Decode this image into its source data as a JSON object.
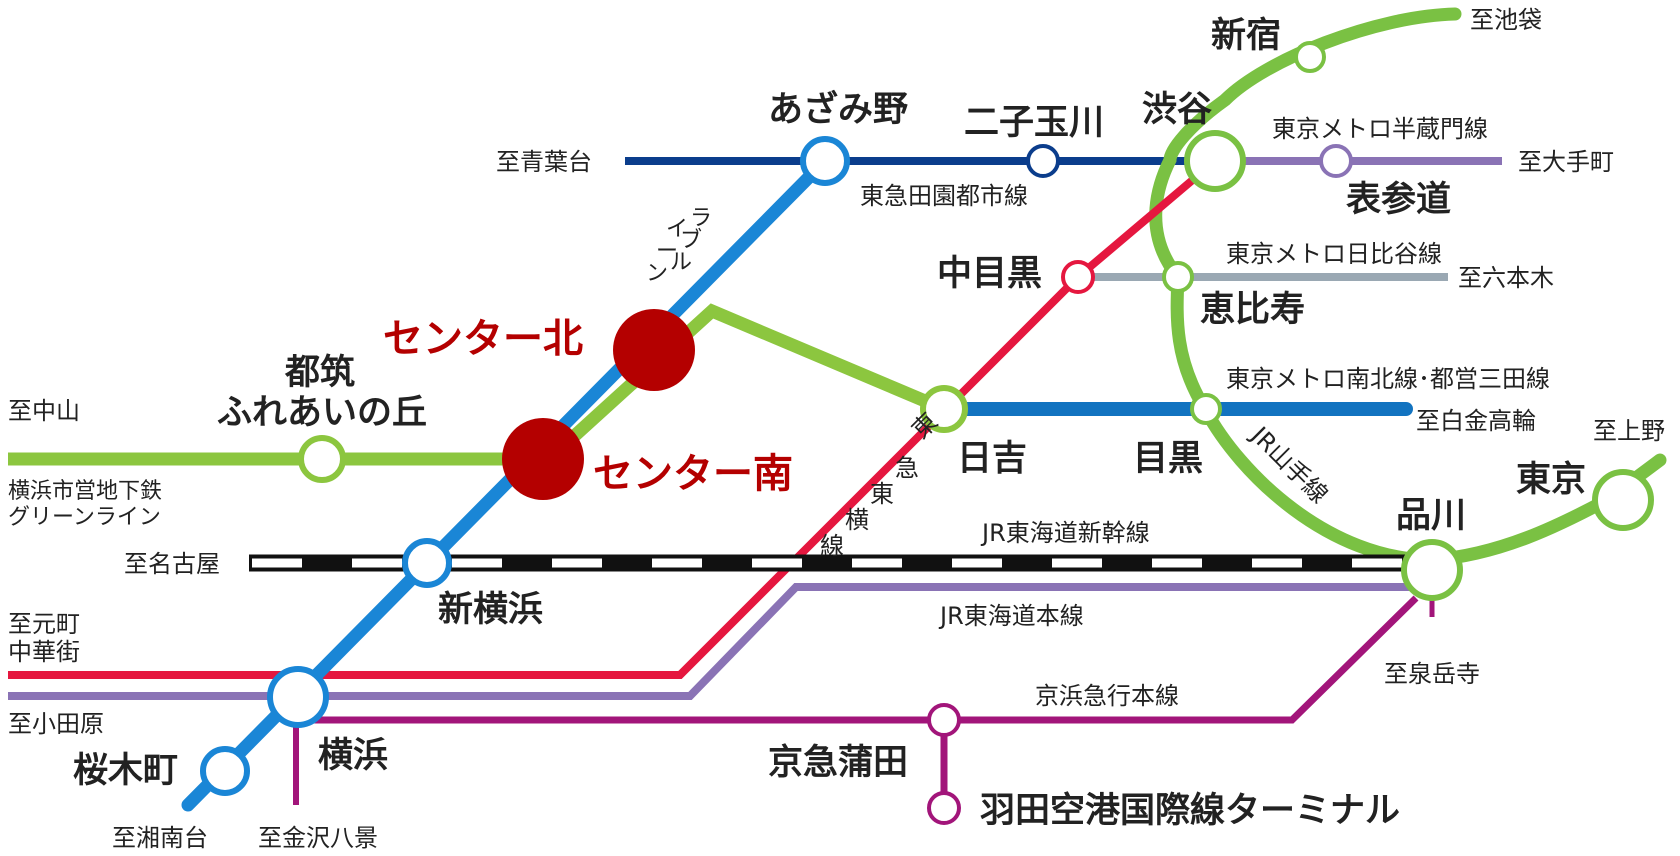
{
  "colors": {
    "blue_line": "#1a86d6",
    "green_line": "#8cc63f",
    "navy_line": "#0b3d8c",
    "red_line": "#e5173f",
    "purple_line": "#8a73b5",
    "magenta_line": "#a2157a",
    "jr_yamanote": "#7ac143",
    "grey_line": "#9aa8b3",
    "highlight_station": "#b40000",
    "meguro_line": "#1273c0"
  },
  "stations": {
    "azamino": "あざみ野",
    "futako_tamagawa": "二子玉川",
    "shibuya": "渋谷",
    "shinjuku": "新宿",
    "omotesando": "表参道",
    "nakameguro": "中目黒",
    "ebisu": "恵比寿",
    "center_kita": "センター北",
    "center_minami": "センター南",
    "tsuzuki_line1": "都筑",
    "tsuzuki_line2": "ふれあいの丘",
    "hiyoshi": "日吉",
    "meguro": "目黒",
    "shinagawa": "品川",
    "tokyo": "東京",
    "shin_yokohama": "新横浜",
    "yokohama": "横浜",
    "sakuragicho": "桜木町",
    "keikyu_kamata": "京急蒲田",
    "haneda": "羽田空港国際線ターミナル"
  },
  "line_names": {
    "denentoshi": "東急田園都市線",
    "hanzomon": "東京メトロ半蔵門線",
    "hibiya": "東京メトロ日比谷線",
    "namboku": "東京メトロ南北線･都営三田線",
    "yamanote": "JR山手線",
    "shinkansen": "JR東海道新幹線",
    "tokaido": "JR東海道本線",
    "keikyu": "京浜急行本線",
    "toyoko_chars": [
      "東",
      "急",
      "東",
      "横",
      "線"
    ],
    "green_subway_1": "横浜市営地下鉄",
    "green_subway_2": "グリーンライン",
    "blue_line_col1": [
      "ラ",
      "ブ",
      "ル"
    ],
    "blue_line_col2": [
      "イ",
      "ー",
      "ン"
    ]
  },
  "destinations": {
    "aobadai": "至青葉台",
    "ikebukuro": "至池袋",
    "otemachi": "至大手町",
    "roppongi": "至六本木",
    "shirokane": "至白金高輪",
    "ueno": "至上野",
    "nakayama": "至中山",
    "nagoya": "至名古屋",
    "motomachi_1": "至元町",
    "motomachi_2": "中華街",
    "odawara": "至小田原",
    "sengakuji": "至泉岳寺",
    "shonandai": "至湘南台",
    "kanazawa": "至金沢八景"
  }
}
